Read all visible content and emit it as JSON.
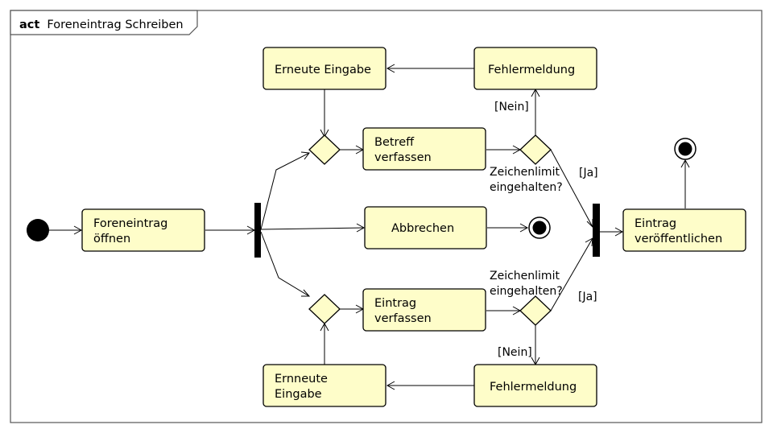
{
  "diagram": {
    "frame_keyword": "act",
    "frame_name": "Foreneintrag Schreiben",
    "colors": {
      "action_fill": "#fefdc9",
      "stroke": "#000000",
      "frame_stroke": "#555555"
    },
    "actions": {
      "open_post": [
        "Foreneintrag",
        "öffnen"
      ],
      "retry_top": [
        "Erneute Eingabe"
      ],
      "error_top": [
        "Fehlermeldung"
      ],
      "write_subject": [
        "Betreff",
        "verfassen"
      ],
      "cancel": [
        "Abbrechen"
      ],
      "write_entry": [
        "Eintrag",
        "verfassen"
      ],
      "retry_bottom": [
        "Ernneute",
        "Eingabe"
      ],
      "error_bottom": [
        "Fehlermeldung"
      ],
      "publish": [
        "Eintrag",
        "veröffentlichen"
      ]
    },
    "decisions": {
      "top_question": [
        "Zeichenlimit",
        "eingehalten?"
      ],
      "bottom_question": [
        "Zeichenlimit",
        "eingehalten?"
      ]
    },
    "guards": {
      "top_no": "[Nein]",
      "top_yes": "[Ja]",
      "bottom_no": "[Nein]",
      "bottom_yes": "[Ja]"
    }
  }
}
